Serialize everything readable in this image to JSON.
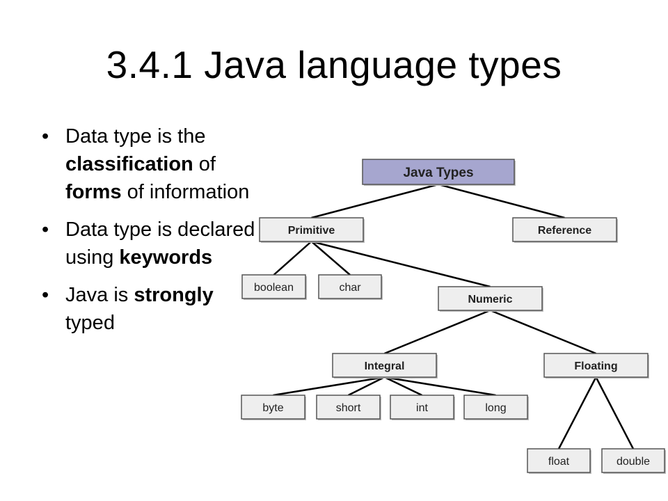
{
  "title": "3.4.1 Java language types",
  "bullets": [
    {
      "parts": [
        {
          "text": "Data type is the ",
          "bold": false
        },
        {
          "text": "classification",
          "bold": true
        },
        {
          "text": " of ",
          "bold": false
        },
        {
          "text": "forms",
          "bold": true
        },
        {
          "text": " of information",
          "bold": false
        }
      ]
    },
    {
      "parts": [
        {
          "text": "Data type is declared using ",
          "bold": false
        },
        {
          "text": "keywords",
          "bold": true
        }
      ]
    },
    {
      "parts": [
        {
          "text": "Java is ",
          "bold": false
        },
        {
          "text": "strongly",
          "bold": true
        },
        {
          "text": " typed",
          "bold": false
        }
      ]
    }
  ],
  "diagram": {
    "colors": {
      "root_fill": "#a6a6cf",
      "node_fill": "#eeeeee",
      "border": "#555555",
      "line": "#000000"
    },
    "nodes": [
      {
        "id": "java-types",
        "label": "Java Types",
        "bold": true,
        "root": true
      },
      {
        "id": "primitive",
        "label": "Primitive",
        "bold": true
      },
      {
        "id": "reference",
        "label": "Reference",
        "bold": true
      },
      {
        "id": "boolean",
        "label": "boolean",
        "bold": false
      },
      {
        "id": "char",
        "label": "char",
        "bold": false
      },
      {
        "id": "numeric",
        "label": "Numeric",
        "bold": true
      },
      {
        "id": "integral",
        "label": "Integral",
        "bold": true
      },
      {
        "id": "floating",
        "label": "Floating",
        "bold": true
      },
      {
        "id": "byte",
        "label": "byte",
        "bold": false
      },
      {
        "id": "short",
        "label": "short",
        "bold": false
      },
      {
        "id": "int",
        "label": "int",
        "bold": false
      },
      {
        "id": "long",
        "label": "long",
        "bold": false
      },
      {
        "id": "float",
        "label": "float",
        "bold": false
      },
      {
        "id": "double",
        "label": "double",
        "bold": false
      }
    ],
    "edges": [
      [
        "java-types",
        "primitive"
      ],
      [
        "java-types",
        "reference"
      ],
      [
        "primitive",
        "boolean"
      ],
      [
        "primitive",
        "char"
      ],
      [
        "primitive",
        "numeric"
      ],
      [
        "numeric",
        "integral"
      ],
      [
        "numeric",
        "floating"
      ],
      [
        "integral",
        "byte"
      ],
      [
        "integral",
        "short"
      ],
      [
        "integral",
        "int"
      ],
      [
        "integral",
        "long"
      ],
      [
        "floating",
        "float"
      ],
      [
        "floating",
        "double"
      ]
    ]
  }
}
